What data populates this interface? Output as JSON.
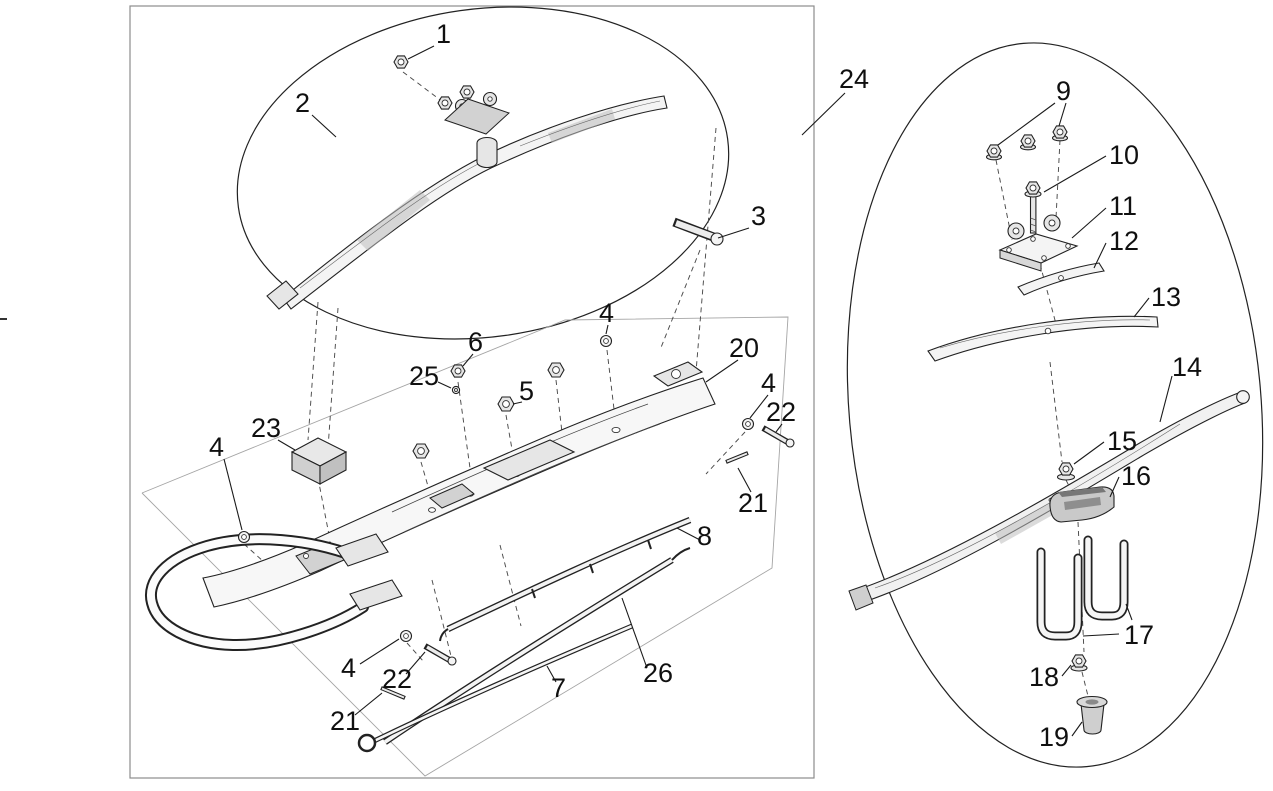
{
  "figure": {
    "kind": "exploded-parts-diagram",
    "background": "#ffffff",
    "line_color": "#1a1a1a"
  },
  "callouts": {
    "left": [
      "1",
      "2",
      "3",
      "4",
      "6",
      "25",
      "5",
      "20",
      "4",
      "22",
      "21",
      "23",
      "4",
      "8",
      "4",
      "22",
      "21",
      "7",
      "26",
      "24"
    ],
    "right": [
      "9",
      "10",
      "11",
      "12",
      "13",
      "14",
      "15",
      "16",
      "17",
      "18",
      "19"
    ]
  }
}
